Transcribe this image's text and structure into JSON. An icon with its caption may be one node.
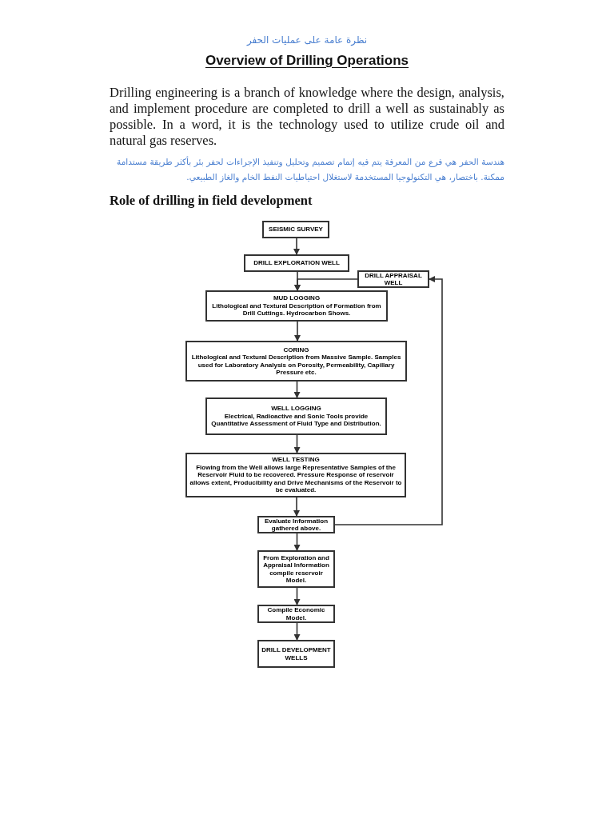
{
  "diagram": {
    "title": "Overview of Drilling Operations",
    "nodes": [
      {
        "text": [
          "SEISMIC SURVEY"
        ]
      },
      {
        "text": [
          "DRILL EXPLORATION WELL"
        ]
      },
      {
        "text": [
          "DRILL APPRAISAL WELL"
        ]
      },
      {
        "text": [
          "MUD LOGGING",
          "Lithological and Textural Description of Formation from Drill Cuttings. Hydrocarbon Shows."
        ]
      },
      {
        "text": [
          "CORING",
          "Lithological and Textural Description from Massive Sample. Samples used for Laboratory Analysis on Porosity, Permeability, Capillary Pressure etc."
        ]
      },
      {
        "text": [
          "WELL LOGGING",
          "Electrical, Radioactive and Sonic Tools provide Quantitative Assessment of Fluid Type and Distribution."
        ]
      },
      {
        "text": [
          "WELL TESTING",
          "Flowing from the Well allows large Representative Samples of the Reservoir Fluid to be recovered. Pressure Response of reservoir allows extent, Producibility and Drive Mechanisms of the Reservoir to be evaluated."
        ]
      },
      {
        "text": [
          "Evaluate Information gathered above."
        ]
      },
      {
        "text": [
          "From Exploration and Appraisal Information compile reservoir Model."
        ]
      },
      {
        "text": [
          "Compile Economic Model."
        ]
      },
      {
        "text": [
          "DRILL DEVELOPMENT WELLS"
        ]
      }
    ],
    "edges": [
      {
        "from": 0,
        "to": 1,
        "arrow": "to"
      },
      {
        "from": 1,
        "to": 3,
        "arrow": "to"
      },
      {
        "from": 2,
        "to": 3,
        "arrow": "to"
      },
      {
        "from": 3,
        "to": 4,
        "arrow": "to"
      },
      {
        "from": 4,
        "to": 5,
        "arrow": "to"
      },
      {
        "from": 5,
        "to": 6,
        "arrow": "to"
      },
      {
        "from": 6,
        "to": 7,
        "arrow": "to"
      },
      {
        "from": 7,
        "to": 2,
        "arrow": "to"
      },
      {
        "from": 7,
        "to": 8,
        "arrow": "to"
      },
      {
        "from": 8,
        "to": 9,
        "arrow": "to"
      },
      {
        "from": 9,
        "to": 10,
        "arrow": "to"
      }
    ],
    "labels": [
      "نظرة عامة على عمليات الحفر",
      "Drilling engineering is a branch of knowledge where the design, analysis, and implement procedure are completed to drill a well as sustainably as possible. In a word, it is the technology used to utilize crude oil and natural gas reserves.",
      "هندسة الحفر هي فرع من المعرفة يتم فيه إتمام تصميم وتحليل وتنفيذ الإجراءات لحفر بئر بأكثر طريقة مستدامة ممكنة. باختصار، هي التكنولوجيا المستخدمة لاستغلال احتياطيات النفط الخام والغاز الطبيعي.",
      "Role of drilling in field development"
    ]
  }
}
